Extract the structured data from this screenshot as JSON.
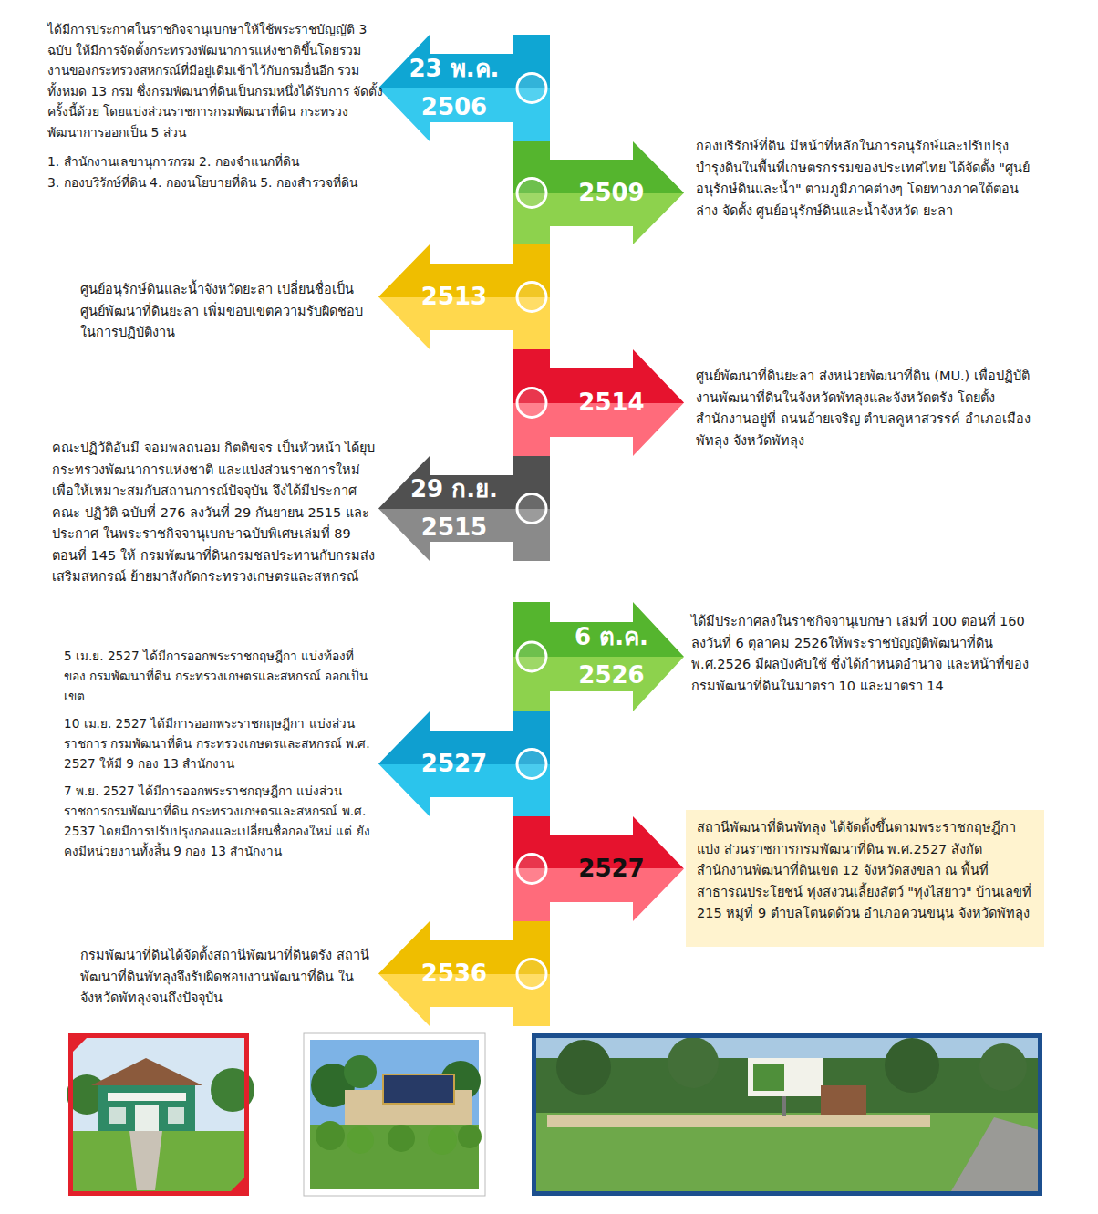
{
  "diagram": {
    "nodes": [
      {
        "text": [
          "23 พ.ค.",
          "2506"
        ]
      },
      {
        "text": [
          "2509"
        ]
      },
      {
        "text": [
          "2513"
        ]
      },
      {
        "text": [
          "2514"
        ]
      },
      {
        "text": [
          "29 ก.ย.",
          "2515"
        ]
      },
      {
        "text": [
          "6 ต.ค.",
          "2526"
        ]
      },
      {
        "text": [
          "2527"
        ]
      },
      {
        "text": [
          "2527"
        ]
      },
      {
        "text": [
          "สถานีพัฒนาที่ดินพัทลุง ได้จัดตั้งขึ้นตามพระราชกฤษฎีกาแบ่ง ส่วนราชการกรมพัฒนาที่ดิน พ.ศ.2527 สังกัดสำนักงานพัฒนาที่ดินเขต 12 จังหวัดสงขลา ณ พื้นที่สาธารณประโยชน์ ทุ่งสงวนเลี้ยงสัตว์ \"ทุ่งไสยาว\" บ้านเลขที่ 215 หมู่ที่ 9 ตำบลโตนดด้วน อำเภอควนขนุน จังหวัดพัทลุง"
        ]
      },
      {
        "text": [
          "2536"
        ]
      }
    ],
    "labels": [
      "ได้มีการประกาศในราชกิจจานุเบกษาให้ใช้พระราชบัญญัติ 3 ฉบับ ให้มีการจัดตั้งกระทรวงพัฒนาการแห่งชาติขึ้นโดยรวม งานของกระทรวงสหกรณ์ที่มีอยู่เดิมเข้าไว้กับกรมอื่นอีก รวม ทั้งหมด 13 กรม ซึ่งกรมพัฒนาที่ดินเป็นกรมหนึ่งได้รับการ จัดตั้งครั้งนี้ด้วย โดยแบ่งส่วนราชการกรมพัฒนาที่ดิน กระทรวงพัฒนาการออกเป็น 5 ส่วน",
      "1. สำนักงานเลขานุการกรม 2. กองจำแนกที่ดิน",
      "3. กองบริรักษ์ที่ดิน 4. กองนโยบายที่ดิน 5. กองสำรวจที่ดิน",
      "กองบริรักษ์ที่ดิน มีหน้าที่หลักในการอนุรักษ์และปรับปรุง บำรุงดินในพื้นที่เกษตรกรรมของประเทศไทย ได้จัดตั้ง \"ศูนย์อนุรักษ์ดินและน้ำ\" ตามภูมิภาคต่างๆ โดยทางภาคใต้ตอนล่าง จัดตั้ง ศูนย์อนุรักษ์ดินและน้ำจังหวัด ยะลา",
      "ศูนย์อนุรักษ์ดินและน้ำจังหวัดยะลา เปลี่ยนชื่อเป็น ศูนย์พัฒนาที่ดินยะลา เพิ่มขอบเขตความรับผิดชอบ ในการปฏิบัติงาน",
      "ศูนย์พัฒนาที่ดินยะลา ส่งหน่วยพัฒนาที่ดิน (MU.) เพื่อปฏิบัติงานพัฒนาที่ดินในจังหวัดพัทลุงและจังหวัดตรัง โดยตั้งสำนักงานอยู่ที่ ถนนอ้ายเจริญ ตำบลคูหาสวรรค์ อำเภอเมืองพัทลุง จังหวัดพัทลุง",
      "คณะปฏิวัติอันมี จอมพลถนอม กิตติขจร เป็นหัวหน้า ได้ยุบ กระทรวงพัฒนาการแห่งชาติ และแบ่งส่วนราชการใหม่ เพื่อให้เหมาะสมกับสถานการณ์ปัจจุบัน จึงได้มีประกาศคณะ ปฏิวัติ ฉบับที่ 276 ลงวันที่ 29 กันยายน 2515 และประกาศ ในพระราชกิจจานุเบกษาฉบับพิเศษเล่มที่ 89 ตอนที่ 145 ให้ กรมพัฒนาที่ดินกรมชลประทานกับกรมส่งเสริมสหกรณ์ ย้ายมาสังกัดกระทรวงเกษตรและสหกรณ์",
      "ได้มีประกาศลงในราชกิจจานุเบกษา เล่มที่ 100 ตอนที่ 160 ลงวันที่ 6 ตุลาคม 2526ให้พระราชบัญญัติพัฒนาที่ดิน พ.ศ.2526 มีผลบังคับใช้ ซึ่งได้กำหนดอำนาจ และหน้าที่ของ กรมพัฒนาที่ดินในมาตรา 10 และมาตรา 14",
      "5 เม.ย. 2527 ได้มีการออกพระราชกฤษฎีกา แบ่งท้องที่ของ กรมพัฒนาที่ดิน กระทรวงเกษตรและสหกรณ์ ออกเป็นเขต",
      "10 เม.ย. 2527 ได้มีการออกพระราชกฤษฎีกา แบ่งส่วน ราชการ กรมพัฒนาที่ดิน กระทรวงเกษตรและสหกรณ์ พ.ศ. 2527 ให้มี 9 กอง 13 สำนักงาน",
      "7 พ.ย. 2527 ได้มีการออกพระราชกฤษฎีกา แบ่งส่วน ราชการกรมพัฒนาที่ดิน กระทรวงเกษตรและสหกรณ์ พ.ศ. 2537 โดยมีการปรับปรุงกองและเปลี่ยนชื่อกองใหม่ แต่ ยังคงมีหน่วยงานทั้งสิ้น 9 กอง 13 สำนักงาน",
      "กรมพัฒนาที่ดินได้จัดตั้งสถานีพัฒนาที่ดินตรัง สถานีพัฒนาที่ดินพัทลุงจึงรับผิดชอบงานพัฒนาที่ดิน ในจังหวัดพัทลุงจนถึงปัจจุบัน"
    ]
  }
}
